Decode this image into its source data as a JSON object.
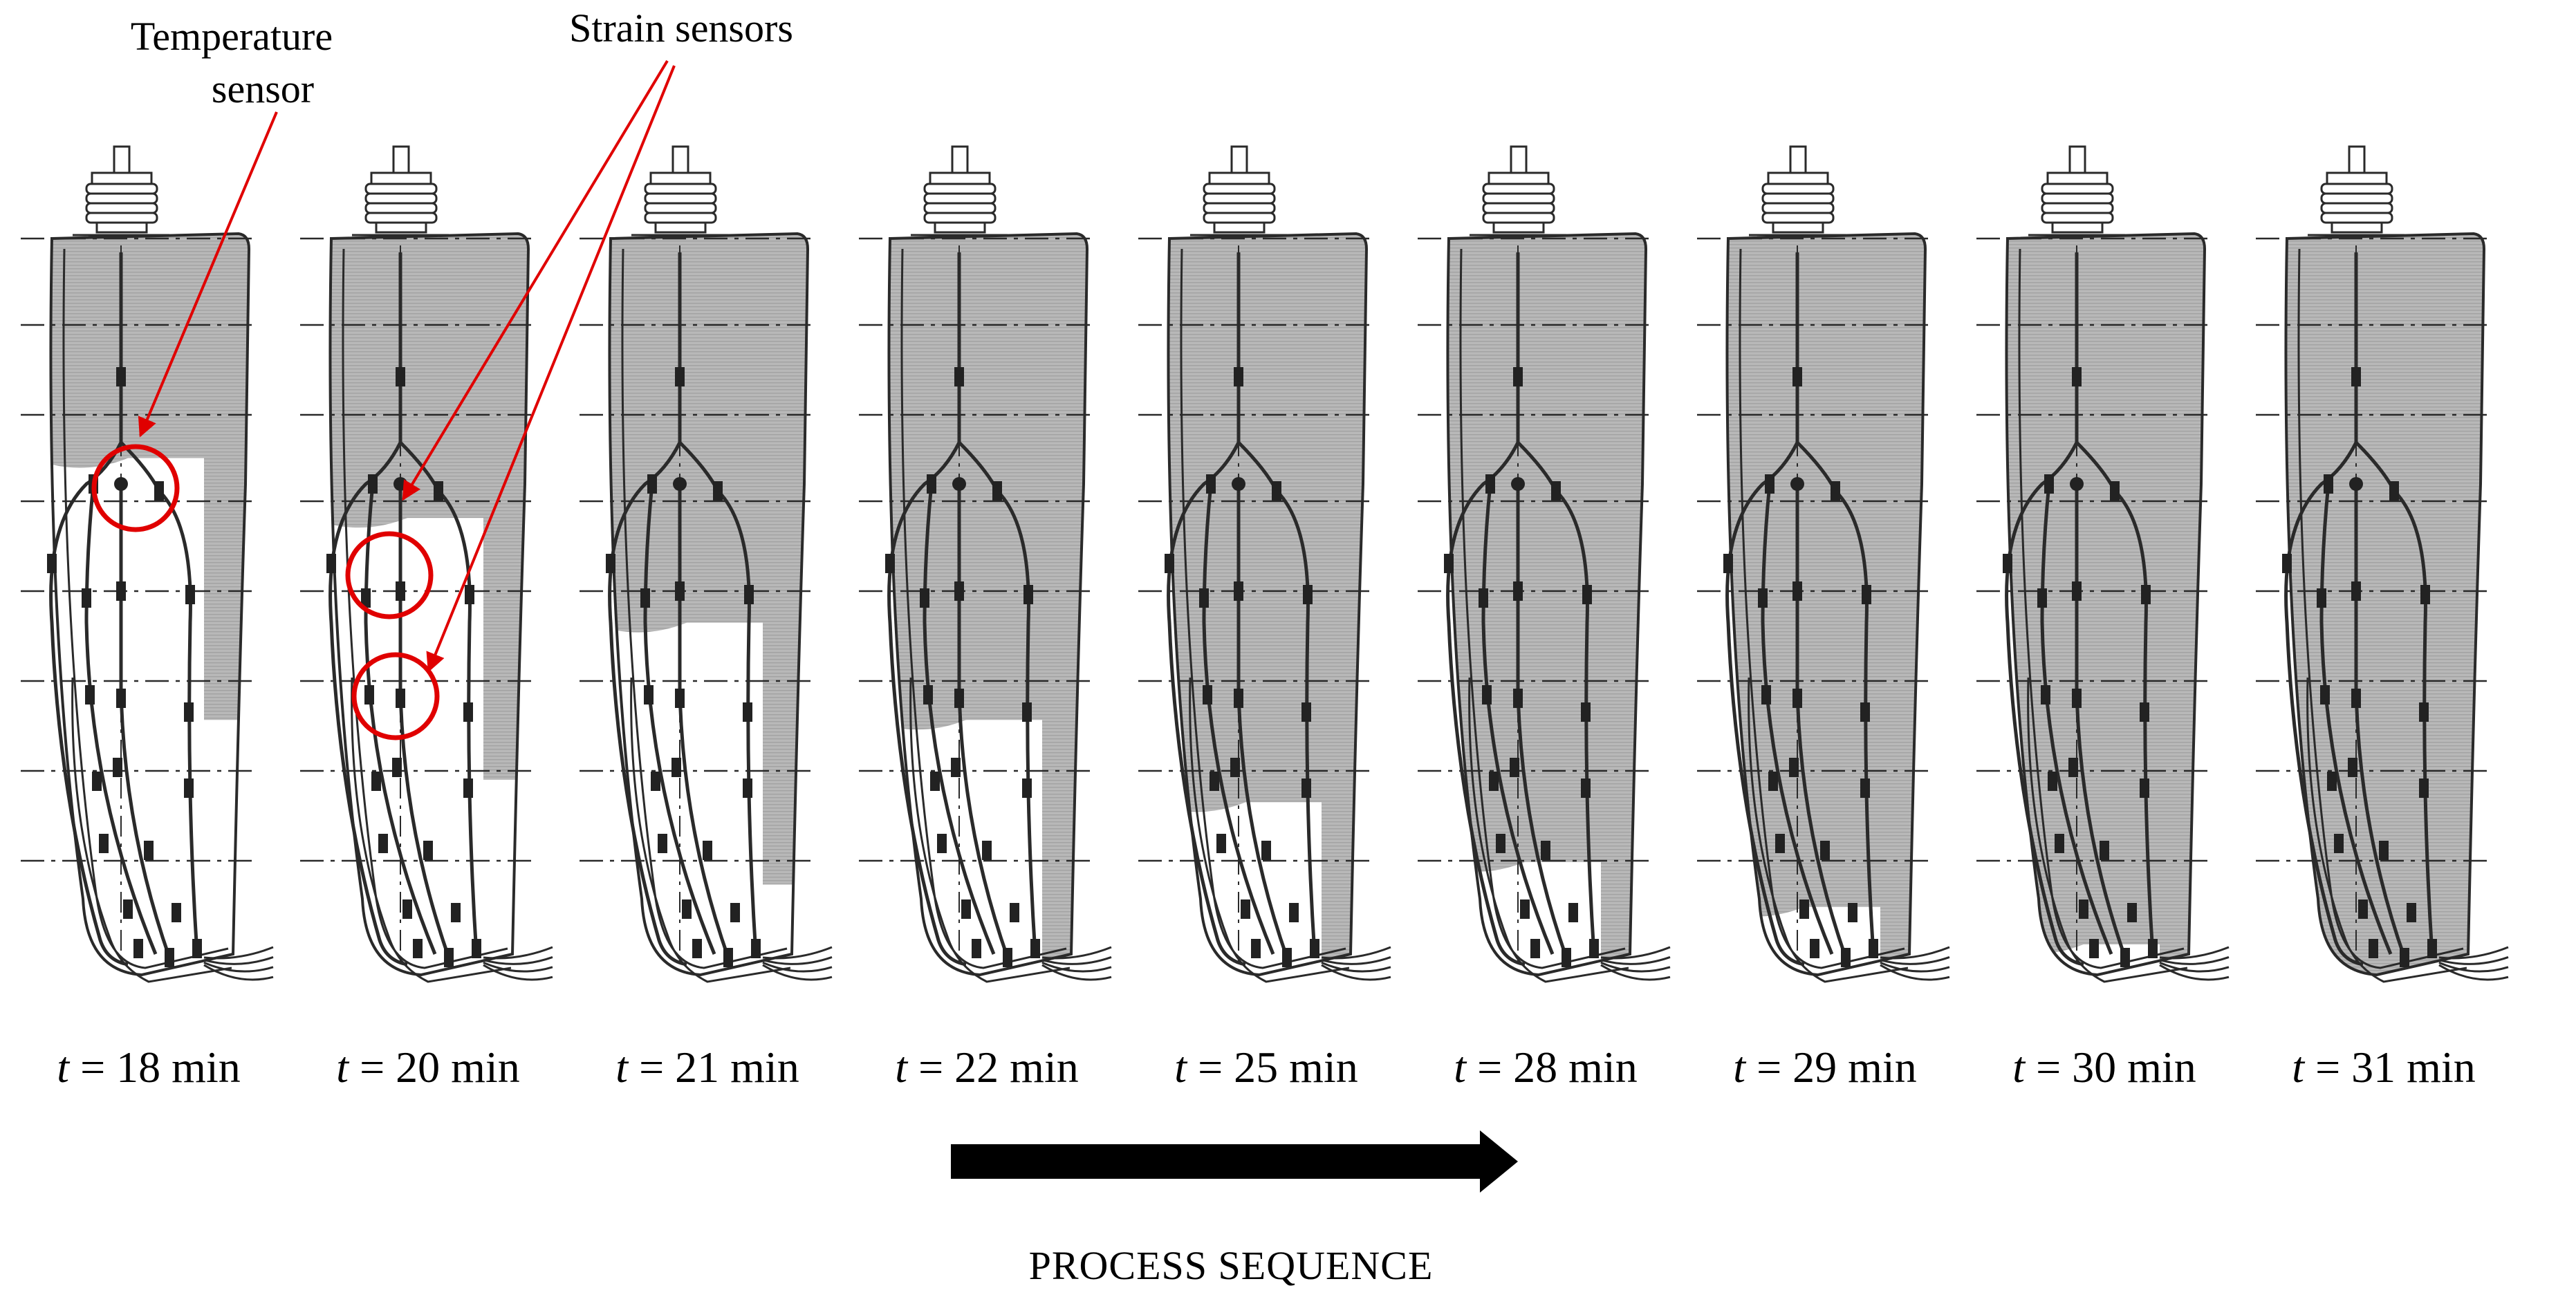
{
  "figure": {
    "annotations": {
      "temperature_sensor_line1": "Temperature",
      "temperature_sensor_line2": "sensor",
      "strain_sensors": "Strain sensors"
    },
    "panels": [
      {
        "t_var": "t",
        "label": " = 18 min",
        "fill_fraction": 0.3
      },
      {
        "t_var": "t",
        "label": " = 20 min",
        "fill_fraction": 0.38
      },
      {
        "t_var": "t",
        "label": " = 21 min",
        "fill_fraction": 0.52
      },
      {
        "t_var": "t",
        "label": " = 22 min",
        "fill_fraction": 0.65
      },
      {
        "t_var": "t",
        "label": " = 25 min",
        "fill_fraction": 0.76
      },
      {
        "t_var": "t",
        "label": " = 28 min",
        "fill_fraction": 0.84
      },
      {
        "t_var": "t",
        "label": " = 29 min",
        "fill_fraction": 0.9
      },
      {
        "t_var": "t",
        "label": " = 30 min",
        "fill_fraction": 0.95
      },
      {
        "t_var": "t",
        "label": " = 31 min",
        "fill_fraction": 1.0
      }
    ],
    "process_label": "PROCESS SEQUENCE",
    "colors": {
      "resin_fill": "#b9b9b9",
      "outline": "#2a2a2a",
      "highlight": "#e00000",
      "arrow": "#000000"
    }
  }
}
